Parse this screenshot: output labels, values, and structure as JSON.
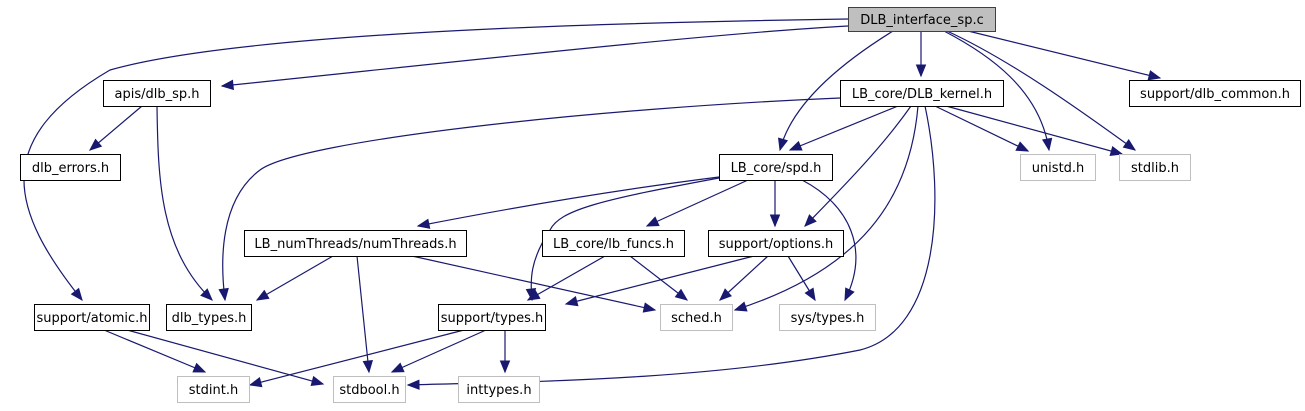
{
  "diagram": {
    "title": "DLB_interface_sp.c",
    "type": "include-dependency-graph",
    "colors": {
      "edge": "#191970",
      "root_fill": "#bfbfbf",
      "root_border": "#404040",
      "documented_border": "#000000",
      "external_border": "#bfbfbf",
      "node_fill": "#ffffff"
    },
    "nodes": [
      {
        "id": "root",
        "label": "DLB_interface_sp.c",
        "kind": "root"
      },
      {
        "id": "apis_dlb_sp",
        "label": "apis/dlb_sp.h",
        "kind": "documented"
      },
      {
        "id": "dlb_kernel",
        "label": "LB_core/DLB_kernel.h",
        "kind": "documented"
      },
      {
        "id": "dlb_common",
        "label": "support/dlb_common.h",
        "kind": "documented"
      },
      {
        "id": "dlb_errors",
        "label": "dlb_errors.h",
        "kind": "documented"
      },
      {
        "id": "spd",
        "label": "LB_core/spd.h",
        "kind": "documented"
      },
      {
        "id": "unistd",
        "label": "unistd.h",
        "kind": "external"
      },
      {
        "id": "stdlib",
        "label": "stdlib.h",
        "kind": "external"
      },
      {
        "id": "numthreads",
        "label": "LB_numThreads/numThreads.h",
        "kind": "documented"
      },
      {
        "id": "lb_funcs",
        "label": "LB_core/lb_funcs.h",
        "kind": "documented"
      },
      {
        "id": "options",
        "label": "support/options.h",
        "kind": "documented"
      },
      {
        "id": "atomic",
        "label": "support/atomic.h",
        "kind": "documented"
      },
      {
        "id": "dlb_types",
        "label": "dlb_types.h",
        "kind": "documented"
      },
      {
        "id": "types",
        "label": "support/types.h",
        "kind": "documented"
      },
      {
        "id": "sched",
        "label": "sched.h",
        "kind": "external"
      },
      {
        "id": "sys_types",
        "label": "sys/types.h",
        "kind": "external"
      },
      {
        "id": "stdint",
        "label": "stdint.h",
        "kind": "external"
      },
      {
        "id": "stdbool",
        "label": "stdbool.h",
        "kind": "external"
      },
      {
        "id": "inttypes",
        "label": "inttypes.h",
        "kind": "external"
      }
    ],
    "edges": [
      {
        "from": "root",
        "to": "apis_dlb_sp"
      },
      {
        "from": "root",
        "to": "atomic"
      },
      {
        "from": "root",
        "to": "spd"
      },
      {
        "from": "root",
        "to": "dlb_kernel"
      },
      {
        "from": "root",
        "to": "unistd"
      },
      {
        "from": "root",
        "to": "stdlib"
      },
      {
        "from": "root",
        "to": "dlb_common"
      },
      {
        "from": "apis_dlb_sp",
        "to": "dlb_errors"
      },
      {
        "from": "apis_dlb_sp",
        "to": "dlb_types"
      },
      {
        "from": "dlb_kernel",
        "to": "dlb_types"
      },
      {
        "from": "dlb_kernel",
        "to": "spd"
      },
      {
        "from": "dlb_kernel",
        "to": "options"
      },
      {
        "from": "dlb_kernel",
        "to": "sched"
      },
      {
        "from": "dlb_kernel",
        "to": "stdbool"
      },
      {
        "from": "dlb_kernel",
        "to": "unistd"
      },
      {
        "from": "dlb_kernel",
        "to": "stdlib"
      },
      {
        "from": "spd",
        "to": "numthreads"
      },
      {
        "from": "spd",
        "to": "types"
      },
      {
        "from": "spd",
        "to": "lb_funcs"
      },
      {
        "from": "spd",
        "to": "options"
      },
      {
        "from": "spd",
        "to": "sys_types"
      },
      {
        "from": "numthreads",
        "to": "dlb_types"
      },
      {
        "from": "numthreads",
        "to": "stdbool"
      },
      {
        "from": "numthreads",
        "to": "sched"
      },
      {
        "from": "lb_funcs",
        "to": "types"
      },
      {
        "from": "lb_funcs",
        "to": "sched"
      },
      {
        "from": "options",
        "to": "types"
      },
      {
        "from": "options",
        "to": "sched"
      },
      {
        "from": "options",
        "to": "sys_types"
      },
      {
        "from": "atomic",
        "to": "stdint"
      },
      {
        "from": "atomic",
        "to": "stdbool"
      },
      {
        "from": "types",
        "to": "stdint"
      },
      {
        "from": "types",
        "to": "stdbool"
      },
      {
        "from": "types",
        "to": "inttypes"
      }
    ]
  }
}
